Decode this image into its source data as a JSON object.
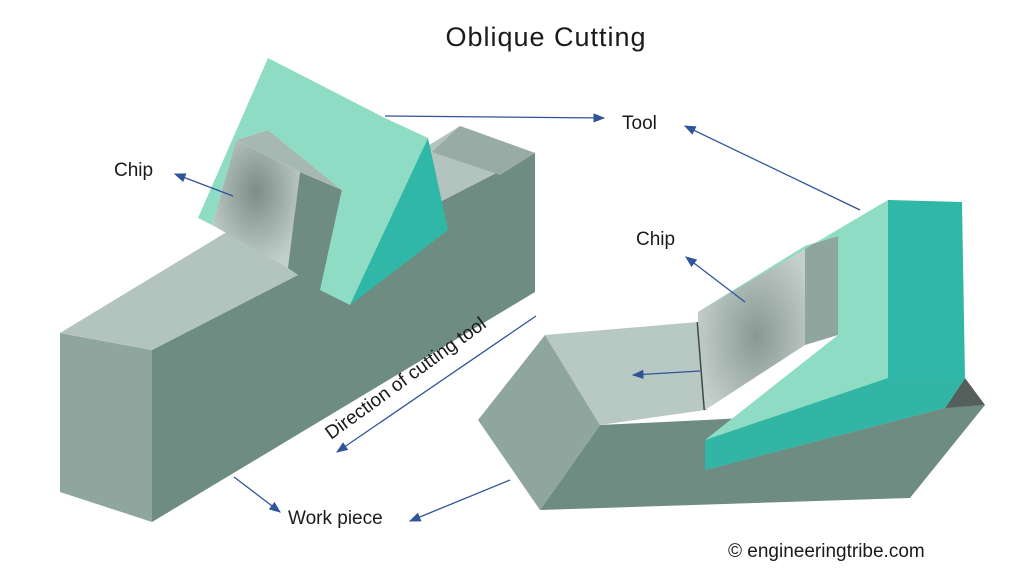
{
  "title": "Oblique Cutting",
  "labels": {
    "tool": "Tool",
    "chip_left": "Chip",
    "chip_right": "Chip",
    "direction": "Direction of cutting tool",
    "workpiece": "Work piece"
  },
  "credit": "© engineeringtribe.com",
  "colors": {
    "tool_light": "#8fdcc4",
    "tool_dark": "#2fb8a8",
    "work_top": "#b7c6c0",
    "work_front": "#8fa69f",
    "work_side": "#6f8c83",
    "arrow": "#2f5597"
  }
}
